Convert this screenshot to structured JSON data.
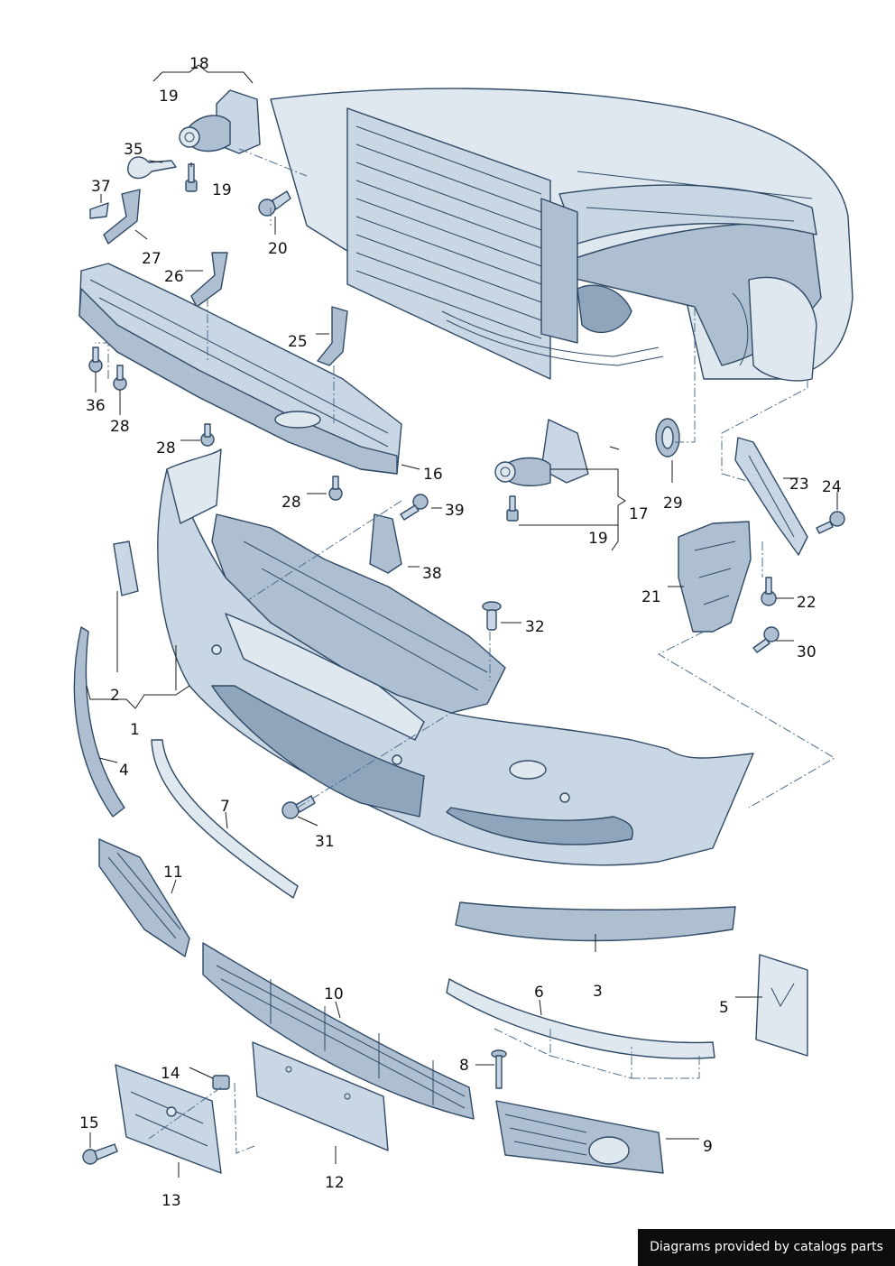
{
  "credit": "Diagrams provided by catalogs parts",
  "callouts": [
    {
      "id": "c1",
      "text": "1"
    },
    {
      "id": "c2",
      "text": "2"
    },
    {
      "id": "c3",
      "text": "3"
    },
    {
      "id": "c4",
      "text": "4"
    },
    {
      "id": "c5",
      "text": "5"
    },
    {
      "id": "c6",
      "text": "6"
    },
    {
      "id": "c7",
      "text": "7"
    },
    {
      "id": "c8",
      "text": "8"
    },
    {
      "id": "c9",
      "text": "9"
    },
    {
      "id": "c10",
      "text": "10"
    },
    {
      "id": "c11",
      "text": "11"
    },
    {
      "id": "c12",
      "text": "12"
    },
    {
      "id": "c13",
      "text": "13"
    },
    {
      "id": "c14",
      "text": "14"
    },
    {
      "id": "c15",
      "text": "15"
    },
    {
      "id": "c16",
      "text": "16"
    },
    {
      "id": "c17",
      "text": "17"
    },
    {
      "id": "c18",
      "text": "18"
    },
    {
      "id": "c19a",
      "text": "19"
    },
    {
      "id": "c19b",
      "text": "19"
    },
    {
      "id": "c19c",
      "text": "19"
    },
    {
      "id": "c20",
      "text": "20"
    },
    {
      "id": "c21",
      "text": "21"
    },
    {
      "id": "c22",
      "text": "22"
    },
    {
      "id": "c23",
      "text": "23"
    },
    {
      "id": "c24",
      "text": "24"
    },
    {
      "id": "c25",
      "text": "25"
    },
    {
      "id": "c26",
      "text": "26"
    },
    {
      "id": "c27",
      "text": "27"
    },
    {
      "id": "c28a",
      "text": "28"
    },
    {
      "id": "c28b",
      "text": "28"
    },
    {
      "id": "c28c",
      "text": "28"
    },
    {
      "id": "c29",
      "text": "29"
    },
    {
      "id": "c30",
      "text": "30"
    },
    {
      "id": "c31",
      "text": "31"
    },
    {
      "id": "c32",
      "text": "32"
    },
    {
      "id": "c35",
      "text": "35"
    },
    {
      "id": "c36",
      "text": "36"
    },
    {
      "id": "c37",
      "text": "37"
    },
    {
      "id": "c38",
      "text": "38"
    },
    {
      "id": "c39",
      "text": "39"
    }
  ]
}
